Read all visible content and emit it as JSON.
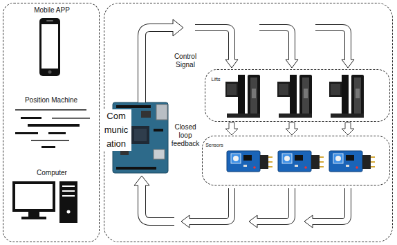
{
  "diagram": {
    "nodes": [
      {
        "text": [
          "Mobile APP",
          "Position Machine",
          "Computer"
        ]
      },
      {
        "text": [
          "Control Signal",
          "Closed loop feedback"
        ]
      },
      {
        "text": [
          "Lifts"
        ],
        "in": 1
      },
      {
        "text": [
          "Sensors"
        ],
        "in": 1
      }
    ],
    "edges": [
      {
        "from": 2,
        "to": 3,
        "arrow": "to"
      },
      {
        "from": 2,
        "to": 3,
        "arrow": "to"
      },
      {
        "from": 2,
        "to": 3,
        "arrow": "to"
      }
    ],
    "labels": [
      "Com munic ation"
    ]
  }
}
